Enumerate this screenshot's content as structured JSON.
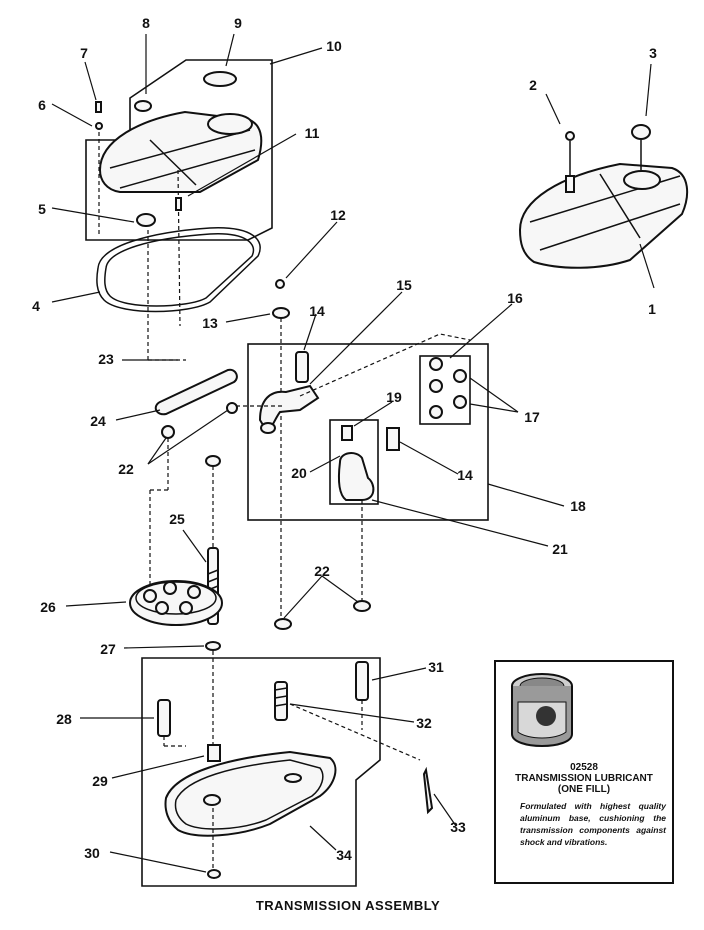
{
  "title": "TRANSMISSION ASSEMBLY",
  "callouts": [
    "1",
    "2",
    "3",
    "4",
    "5",
    "6",
    "7",
    "8",
    "9",
    "10",
    "11",
    "12",
    "13",
    "14",
    "14",
    "15",
    "16",
    "17",
    "18",
    "19",
    "20",
    "21",
    "22",
    "22",
    "22",
    "23",
    "24",
    "25",
    "26",
    "27",
    "28",
    "29",
    "30",
    "31",
    "32",
    "33",
    "34"
  ],
  "lubricant": {
    "code": "02528",
    "name": "TRANSMISSION LUBRICANT",
    "fill": "(ONE FILL)",
    "description": "Formulated with highest quality aluminum base, cushioning the transmission components against shock and vibrations."
  }
}
